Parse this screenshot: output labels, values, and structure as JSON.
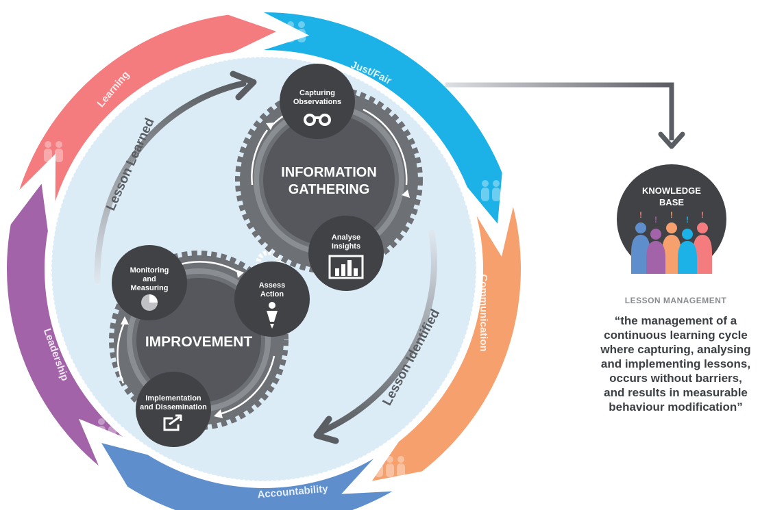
{
  "outer_ring": [
    {
      "label": "Just/Fair",
      "color": "#f47c7e"
    },
    {
      "label": "Communication",
      "color": "#1cb2e7"
    },
    {
      "label": "Accountability",
      "color": "#f6a06e"
    },
    {
      "label": "Leadership",
      "color": "#5e8fcc"
    },
    {
      "label": "Learning",
      "color": "#a363a9"
    }
  ],
  "inner_arrows": {
    "lesson_learned": "Lesson Learned",
    "lesson_identified": "Lesson Identified"
  },
  "gears": {
    "information_gathering": [
      "INFORMATION",
      "GATHERING"
    ],
    "improvement": "IMPROVEMENT"
  },
  "nodes": {
    "capturing_observations": [
      "Capturing",
      "Observations"
    ],
    "analyse_insights": [
      "Analyse",
      "Insights"
    ],
    "monitoring_measuring": [
      "Monitoring",
      "and",
      "Measuring"
    ],
    "assess_action": [
      "Assess",
      "Action"
    ],
    "implementation_dissemination": [
      "Implementation",
      "and Dissemination"
    ]
  },
  "knowledge_base": [
    "KNOWLEDGE",
    "BASE"
  ],
  "side_panel": {
    "heading": "LESSON MANAGEMENT",
    "quote_lines": [
      "“the management of a",
      "continuous learning cycle",
      "where capturing, analysing",
      "and implementing lessons,",
      "occurs without barriers,",
      "and results in measurable",
      "behaviour modification”"
    ]
  },
  "colors": {
    "inner_disc": "#dcecf7",
    "gear_dark": "#55575c",
    "gear_mid": "#6d7075",
    "node": "#404246",
    "arrow_grey": "#5a5e63"
  }
}
